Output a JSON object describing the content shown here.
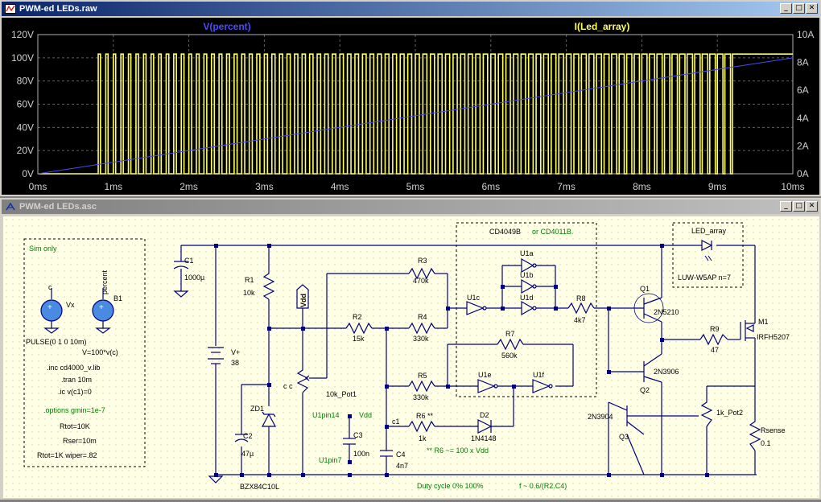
{
  "raw_window": {
    "title": "PWM-ed LEDs.raw",
    "trace_left": "V(percent)",
    "trace_right": "I(Led_array)",
    "left_axis_ticks": [
      "120V",
      "100V",
      "80V",
      "60V",
      "40V",
      "20V",
      "0V"
    ],
    "right_axis_ticks": [
      "10A",
      "8A",
      "6A",
      "4A",
      "2A",
      "0A"
    ],
    "x_axis_ticks": [
      "0ms",
      "1ms",
      "2ms",
      "3ms",
      "4ms",
      "5ms",
      "6ms",
      "7ms",
      "8ms",
      "9ms",
      "10ms"
    ],
    "colors": {
      "percent": "#4a4aff",
      "led": "#ffff60"
    }
  },
  "chart_data": {
    "type": "line",
    "x_range_ms": [
      0,
      10
    ],
    "y_left_range_V": [
      0,
      120
    ],
    "y_right_range_A": [
      0,
      10
    ],
    "xlabel": "",
    "grid": true,
    "series": [
      {
        "name": "V(percent)",
        "axis": "left",
        "x": [
          0,
          10
        ],
        "y": [
          0,
          100
        ]
      },
      {
        "name": "I(Led_array)",
        "axis": "right",
        "type": "pwm",
        "high": 8.6,
        "low": 0,
        "start": 0.8,
        "end": 9.2,
        "period": 0.1
      }
    ]
  },
  "asc_window": {
    "title": "PWM-ed LEDs.asc"
  },
  "schematic": {
    "labels": {
      "sim_only": "Sim only",
      "vx": "Vx",
      "b1": "B1",
      "percent": "percent",
      "pulse": "PULSE(0 1 0 10m)",
      "bexpr": "V=100*v(c)",
      "inc": ".inc cd4000_v.lib",
      "tran": ".tran 10m",
      "ic": ".ic v(c1)=0",
      "options": ".options gmin=1e-7",
      "rtot": "Rtot=10K",
      "rser": "Rser=10m",
      "rtot2": "Rtot=1K wiper=.82",
      "c1": "C1",
      "c1v": "1000µ",
      "r1": "R1",
      "r1v": "10k",
      "vplus": "V+",
      "vplusv": "38",
      "vdd": "Vdd",
      "zd1": "ZD1",
      "zd1v": "BZX84C10L",
      "c2": "C2",
      "c2v": "47µ",
      "pot1": "10k_Pot1",
      "cc": "c c",
      "r2": "R2",
      "r2v": "15k",
      "r3": "R3",
      "r3v": "470k",
      "r4": "R4",
      "r4v": "330k",
      "r5": "R5",
      "r5v": "330k",
      "r6": "R6 **",
      "r6v": "1k",
      "r6note": "** R6 ~= 100 x Vdd",
      "r7": "R7",
      "r7v": "560k",
      "r8": "R8",
      "r8v": "4k7",
      "r9": "R9",
      "r9v": "47",
      "c3": "C3",
      "c3v": "100n",
      "c4": "C4",
      "c4v": "4n7",
      "c1node": "c1",
      "u1pin14": "U1pin14",
      "vdd2": "Vdd",
      "u1pin7": "U1pin7",
      "d2": "D2",
      "d2v": "1N4148",
      "cd4049": "CD4049B",
      "or": "or CD4011B.",
      "u1a": "U1a",
      "u1b": "U1b",
      "u1c": "U1c",
      "u1d": "U1d",
      "u1e": "U1e",
      "u1f": "U1f",
      "q1": "Q1",
      "q1v": "2N5210",
      "q2": "Q2",
      "q2v": "2N3906",
      "q3": "Q3",
      "q3v": "2N3904",
      "m1": "M1",
      "m1v": "IRFH5207",
      "pot2": "1k_Pot2",
      "rsense": "Rsense",
      "rsensev": "0.1",
      "led_array": "LED_array",
      "ledv": "LUW-W5AP n=7",
      "duty": "Duty cycle 0% 100%",
      "freq": "f ~ 0.6/(R2.C4)"
    }
  }
}
